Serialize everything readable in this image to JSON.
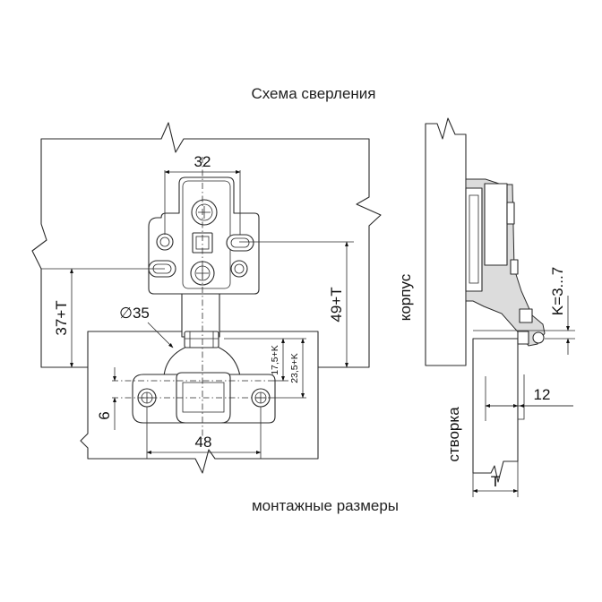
{
  "title_top": "Схема сверления",
  "title_bottom": "монтажные размеры",
  "dimensions": {
    "width_top": "32",
    "left_height": "37+T",
    "right_height": "49+T",
    "cup_diameter": "∅35",
    "offset_small": "17,5+K",
    "offset_large": "23,5+K",
    "plate_offset": "6",
    "width_bottom": "48"
  },
  "side_view": {
    "cabinet_label": "корпус",
    "door_label": "створка",
    "overlay_k": "K=3...7",
    "depth": "12",
    "thickness": "T"
  }
}
